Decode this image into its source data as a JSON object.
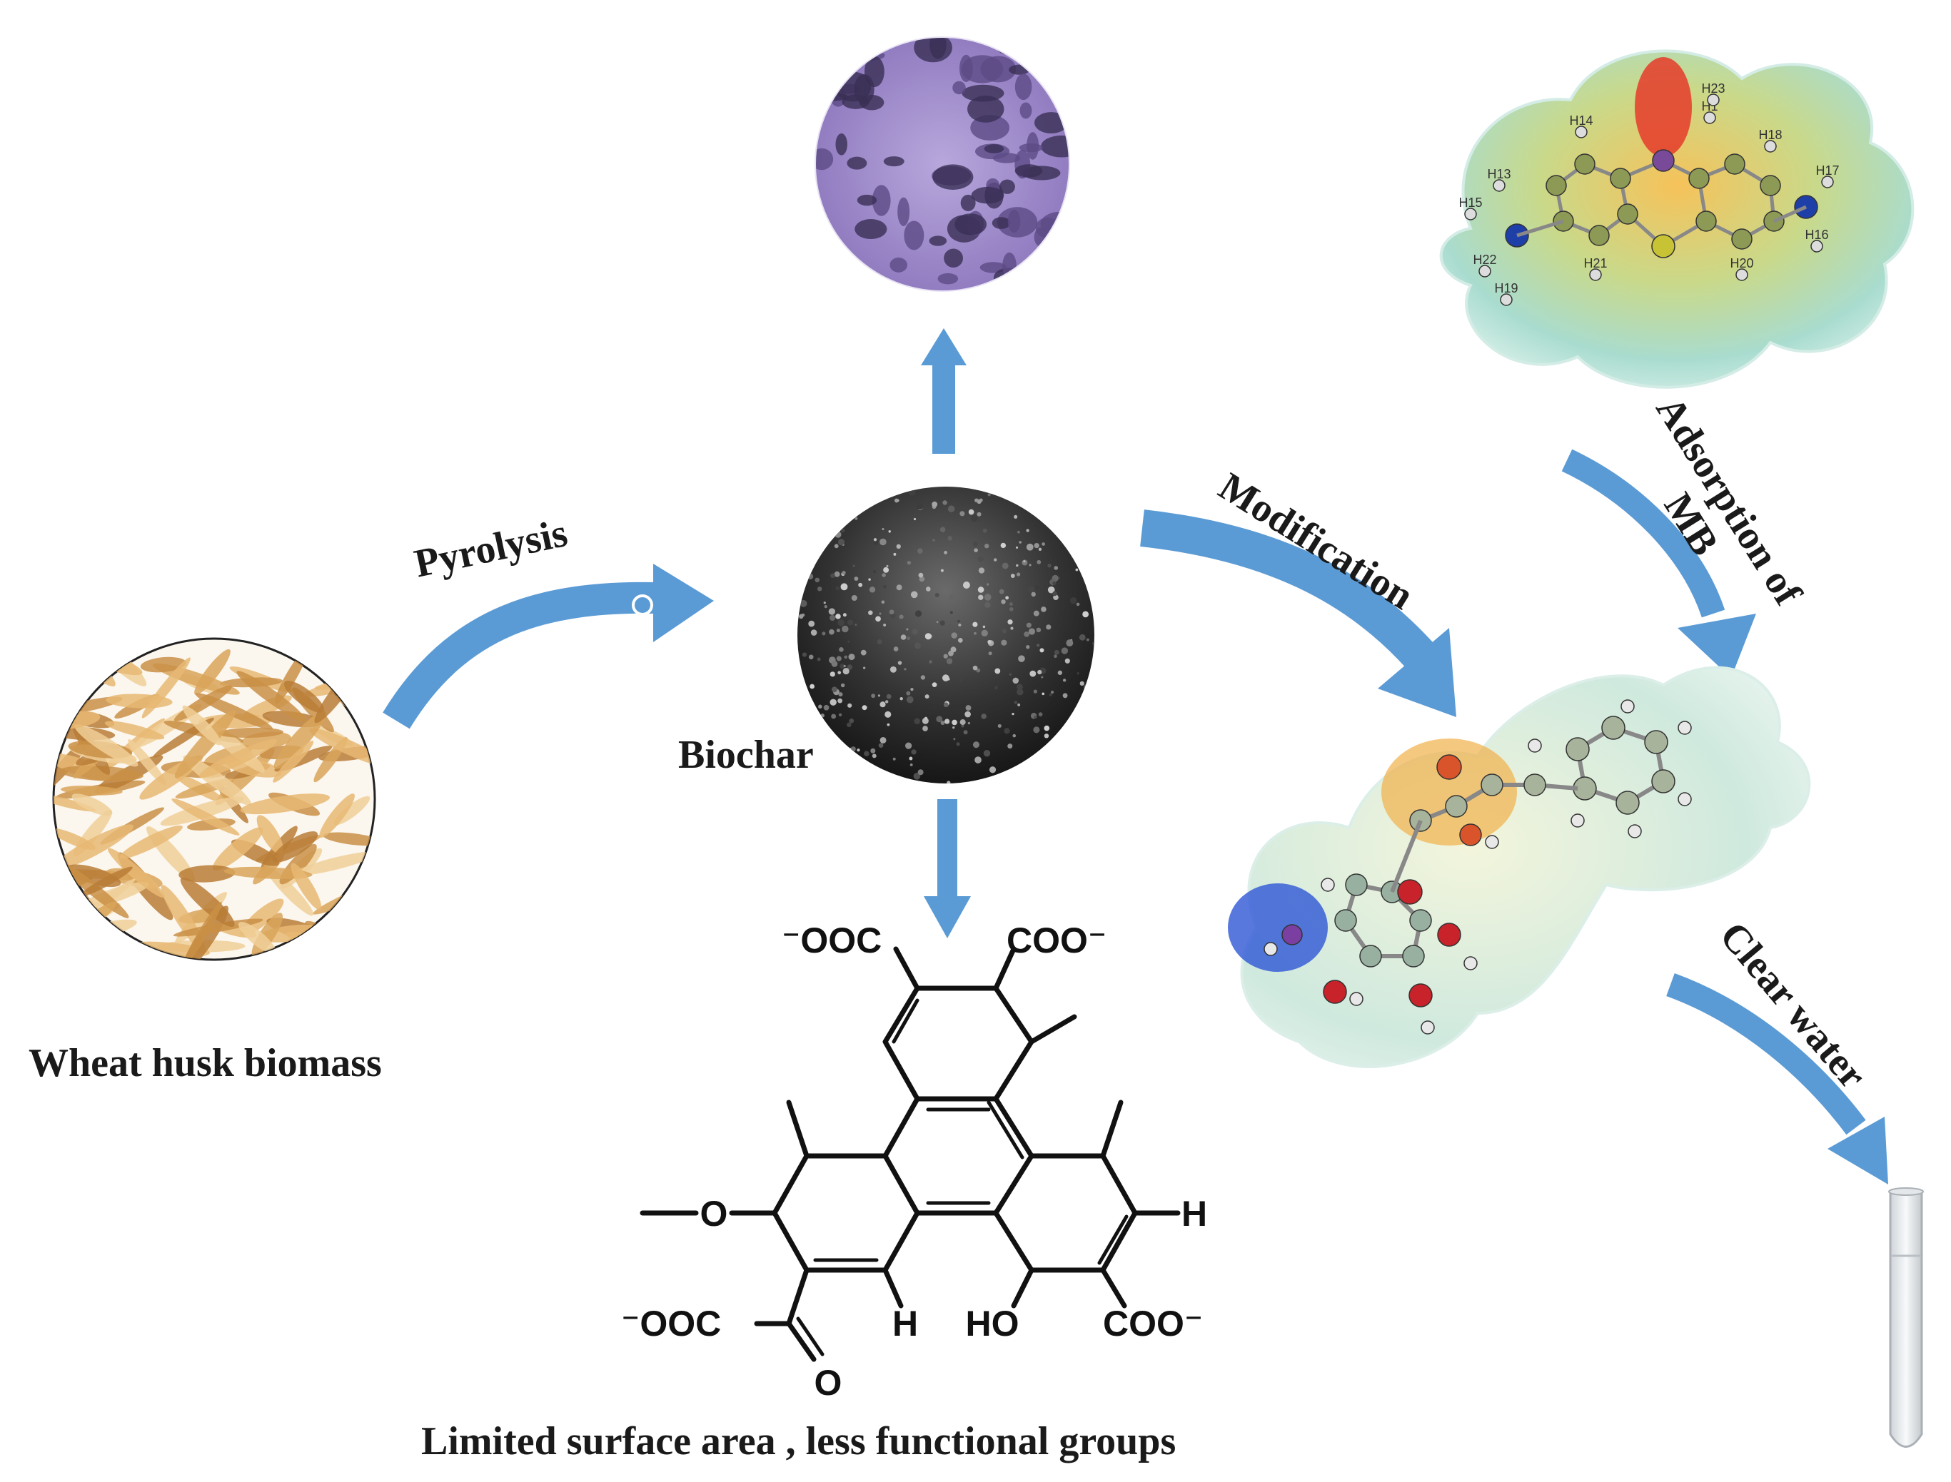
{
  "labels": {
    "wheat": "Wheat husk biomass",
    "pyrolysis": "Pyrolysis",
    "biochar": "Biochar",
    "modification": "Modification",
    "adsorption_line1": "Adsorption of",
    "adsorption_line2": "MB",
    "clear_water": "Clear water",
    "limited": "Limited  surface area , less functional groups"
  },
  "structure": {
    "ooc_top_left": "⁻OOC",
    "coo_top_right": "COO⁻",
    "ooc_bottom_left": "⁻OOC",
    "coo_bottom_right": "COO⁻",
    "o_ether": "O",
    "h_right": "H",
    "h_bottom": "H",
    "ho": "HO",
    "o_carbonyl": "O"
  },
  "mb_atoms": [
    "H13",
    "H14",
    "H1",
    "H18",
    "H17",
    "H16",
    "H20",
    "H21",
    "H22",
    "H19",
    "H23",
    "H15"
  ],
  "colors": {
    "arrow": "#5b9bd5",
    "husk": "#d9a55a",
    "sem": "#9a86c8",
    "biochar": "#2a2a2a"
  }
}
